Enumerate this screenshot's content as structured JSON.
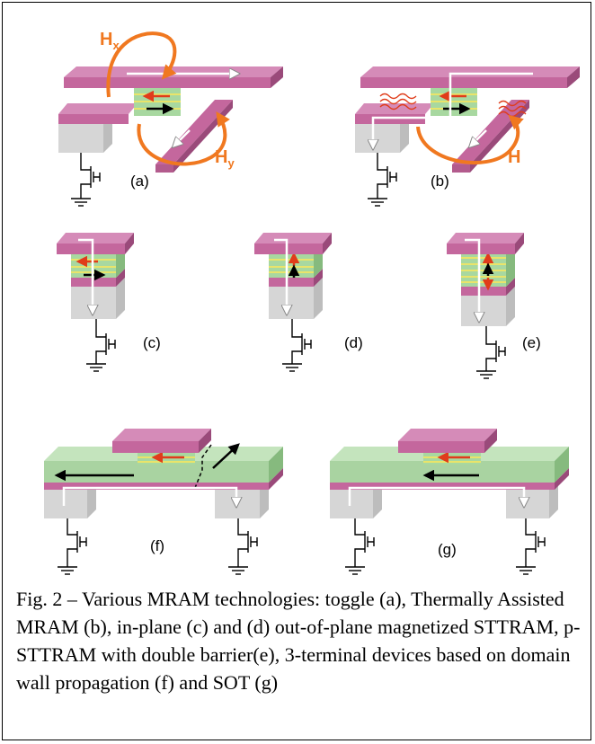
{
  "panels": {
    "a": "(a)",
    "b": "(b)",
    "c": "(c)",
    "d": "(d)",
    "e": "(e)",
    "f": "(f)",
    "g": "(g)"
  },
  "fields": {
    "hx_main": "H",
    "hx_sub": "x",
    "hy_main": "H",
    "hy_sub": "y",
    "h_b": "H"
  },
  "caption": "Fig. 2 – Various MRAM technologies: toggle (a), Thermally Assisted MRAM (b), in-plane (c) and (d) out-of-plane magnetized STTRAM, p-STTRAM with double barrier(e), 3-terminal devices based on domain wall propagation (f) and SOT (g)",
  "colors": {
    "electrode": "#c4679d",
    "electrode_top": "#d58bb8",
    "electrode_side": "#9a4a7a",
    "free_layer": "#a8d8a0",
    "channel": "#a9d3a1",
    "channel_top": "#c4e4bd",
    "pedestal": "#d6d6d6",
    "field": "#f07820",
    "magnetization_ref": "#e03c1a",
    "magnetization": "#000000"
  }
}
